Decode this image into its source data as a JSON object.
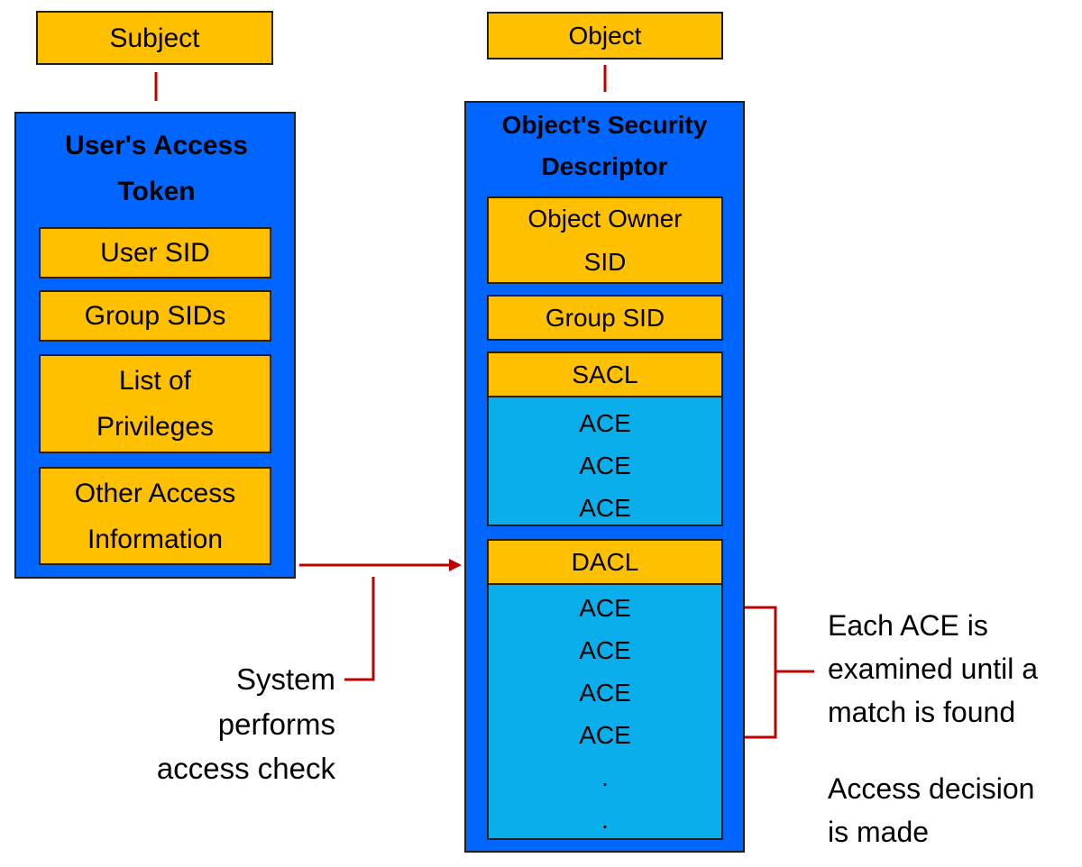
{
  "subject": {
    "label": "Subject"
  },
  "object": {
    "label": "Object"
  },
  "token": {
    "title": "User's Access Token",
    "items": [
      "User SID",
      "Group SIDs",
      "List of Privileges",
      "Other Access Information"
    ]
  },
  "descriptor": {
    "title": "Object's Security Descriptor",
    "owner": "Object Owner SID",
    "group": "Group SID",
    "sacl": {
      "label": "SACL",
      "entries": [
        "ACE",
        "ACE",
        "ACE"
      ]
    },
    "dacl": {
      "label": "DACL",
      "entries": [
        "ACE",
        "ACE",
        "ACE",
        "ACE",
        ".",
        "."
      ]
    }
  },
  "notes": {
    "check": "System performs access check",
    "each_ace": "Each ACE is examined until a match is found",
    "decision": "Access decision is made"
  },
  "colors": {
    "container": "#0066ff",
    "field": "#ffc000",
    "acl_list": "#0aaeea",
    "connector": "#c00000"
  }
}
